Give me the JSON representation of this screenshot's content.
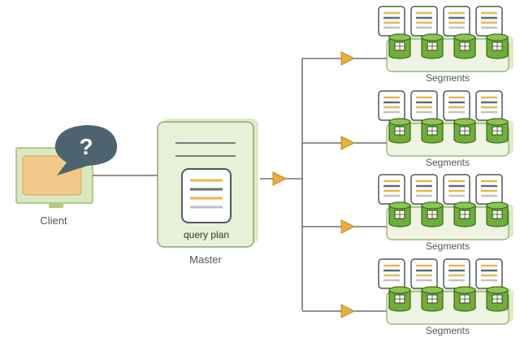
{
  "client": {
    "label": "Client",
    "bubble_symbol": "?"
  },
  "master": {
    "label": "Master",
    "card_label": "query plan"
  },
  "segment_groups": [
    {
      "label": "Segments",
      "units": 4
    },
    {
      "label": "Segments",
      "units": 4
    },
    {
      "label": "Segments",
      "units": 4
    },
    {
      "label": "Segments",
      "units": 4
    }
  ],
  "colors": {
    "monitor_green": "#b8c97a",
    "screen_orange": "#f2c88a",
    "bubble_slate": "#4d6470",
    "master_panel": "#d9e8c0",
    "segment_panel": "#dfebc8",
    "db_green": "#6fae3a",
    "arrow_gold": "#e8b040",
    "line_gray": "#555555",
    "bar_gold": "#e8b84a",
    "bar_slate": "#5d6f7a",
    "bar_light": "#b8c4cc"
  },
  "icons": [
    "monitor-icon",
    "question-bubble-icon",
    "document-icon",
    "database-icon",
    "arrow-icon"
  ]
}
